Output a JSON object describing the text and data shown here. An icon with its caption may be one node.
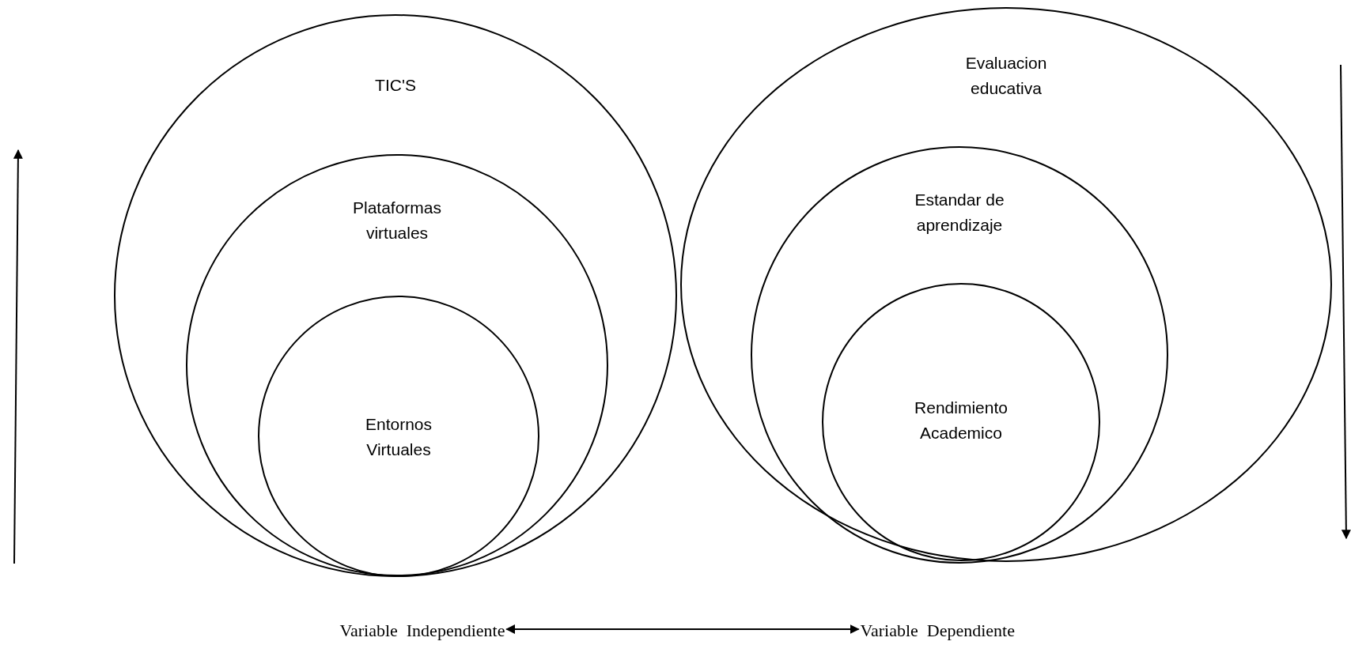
{
  "diagram": {
    "nodes": [
      {
        "text": [
          "TIC'S"
        ]
      },
      {
        "text": [
          "Plataformas virtuales"
        ],
        "in": 0
      },
      {
        "text": [
          "Entornos Virtuales"
        ],
        "in": 1
      },
      {
        "text": [
          "Evaluacion educativa"
        ]
      },
      {
        "text": [
          "Estandar de aprendizaje"
        ],
        "in": 3
      },
      {
        "text": [
          "Rendimiento Academico"
        ],
        "in": 4
      },
      {
        "text": [
          "Variable  Independiente"
        ]
      },
      {
        "text": [
          "Variable  Dependiente"
        ]
      }
    ],
    "edges": [
      {
        "from": 6,
        "to": 7,
        "arrow": "both"
      }
    ]
  }
}
